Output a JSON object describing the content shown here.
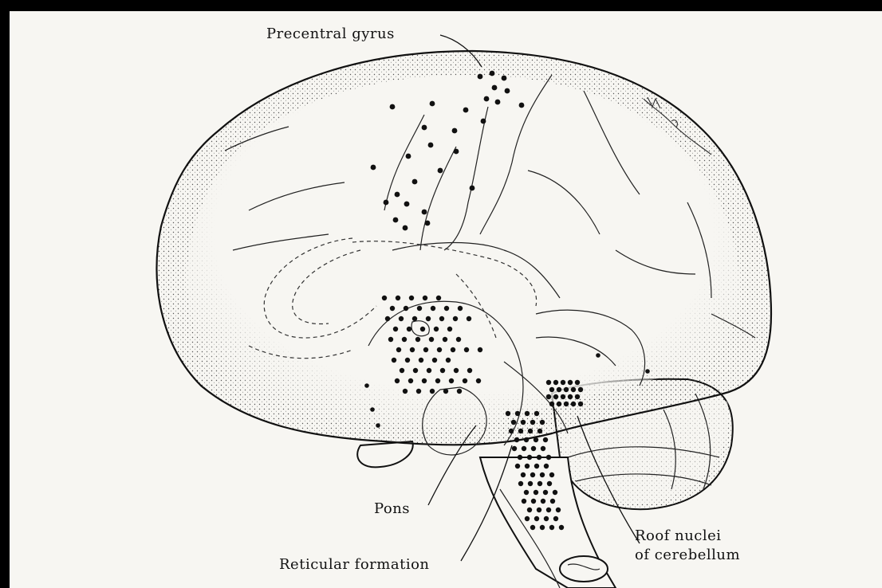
{
  "figure": {
    "labels": {
      "precentral_gyrus": "Precentral gyrus",
      "pons": "Pons",
      "reticular_formation": "Reticular formation",
      "roof_nuclei_line1": "Roof nuclei",
      "roof_nuclei_line2": "of cerebellum"
    }
  }
}
